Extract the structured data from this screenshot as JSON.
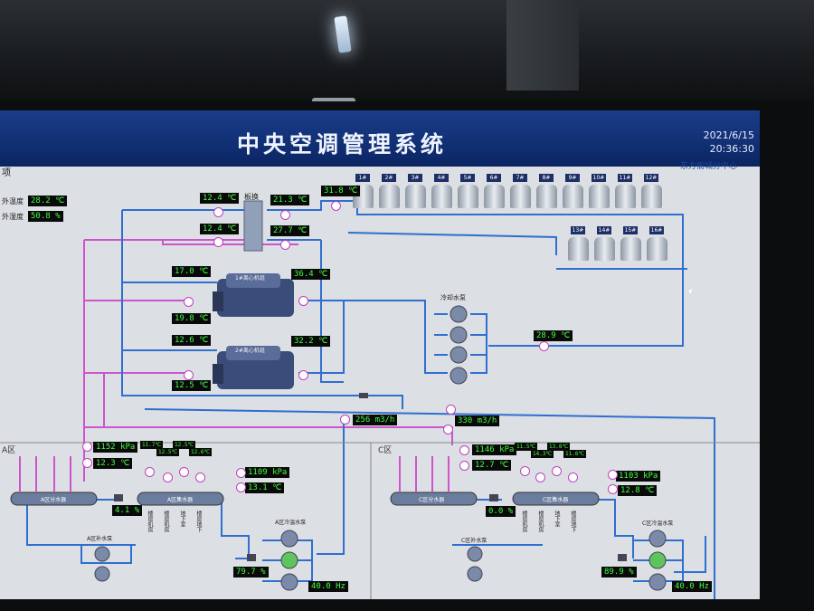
{
  "header": {
    "title": "中央空调管理系统",
    "date": "2021/6/15",
    "time": "20:36:30",
    "company": "东方衙城分中心",
    "corner": "项"
  },
  "outdoor": {
    "temp_label": "外温度",
    "temp_value": "28.2 ℃",
    "hum_label": "外湿度",
    "hum_value": "50.8 %"
  },
  "plate_hx": {
    "label": "板换",
    "t1": "12.4 ℃",
    "t2": "21.3 ℃",
    "t3": "12.4 ℃",
    "t4": "27.7 ℃"
  },
  "chiller1": {
    "label": "1#离心机组",
    "t_in": "17.0 ℃",
    "t_out": "19.8 ℃",
    "t_cond": "36.4 ℃"
  },
  "chiller2": {
    "label": "2#离心机组",
    "t_in": "12.6 ℃",
    "t_out": "12.5 ℃",
    "t_cond": "32.2 ℃"
  },
  "cooling_tower": {
    "supply_temp": "31.8 ℃",
    "return_temp": "28.9 ℃",
    "towers_row1": [
      "1#",
      "2#",
      "3#",
      "4#",
      "5#",
      "6#",
      "7#",
      "8#",
      "9#",
      "10#",
      "11#",
      "12#"
    ],
    "towers_row2": [
      "13#",
      "14#",
      "15#",
      "16#"
    ]
  },
  "cooling_pump": {
    "label": "冷却水泵"
  },
  "flows": {
    "a_flow": "256 m3/h",
    "c_flow": "330 m3/h"
  },
  "zone_a": {
    "label": "A区",
    "pressure1": "1152 kPa",
    "temp1": "12.3 ℃",
    "branch_temps": [
      "11.7℃",
      "12.5℃",
      "12.5℃",
      "12.6℃"
    ],
    "pressure2": "1109 kPa",
    "temp2": "13.1 ℃",
    "valve_open": "4.1 %",
    "dist_label": "A区分水器",
    "coll_label": "A区集水器",
    "makeup_label": "A区补水泵",
    "hot_pump_label": "A区冷温水泵",
    "pump_pct": "79.7 %",
    "freq": "40.0 Hz",
    "branch_names": [
      "楼层机房",
      "楼层机房",
      "地下室",
      "楼层地下"
    ]
  },
  "zone_c": {
    "label": "C区",
    "pressure1": "1146 kPa",
    "temp1": "12.7 ℃",
    "branch_temps": [
      "11.5℃",
      "14.3℃",
      "13.8℃",
      "11.6℃"
    ],
    "pressure2": "1103 kPa",
    "temp2": "12.8 ℃",
    "valve_open": "0.0 %",
    "dist_label": "C区分水器",
    "coll_label": "C区集水器",
    "makeup_label": "C区补水泵",
    "hot_pump_label": "C区冷温水泵",
    "pump_pct": "89.9 %",
    "freq": "40.0 Hz",
    "branch_names": [
      "楼层机房",
      "楼层机房",
      "地下室",
      "楼层地下"
    ]
  }
}
